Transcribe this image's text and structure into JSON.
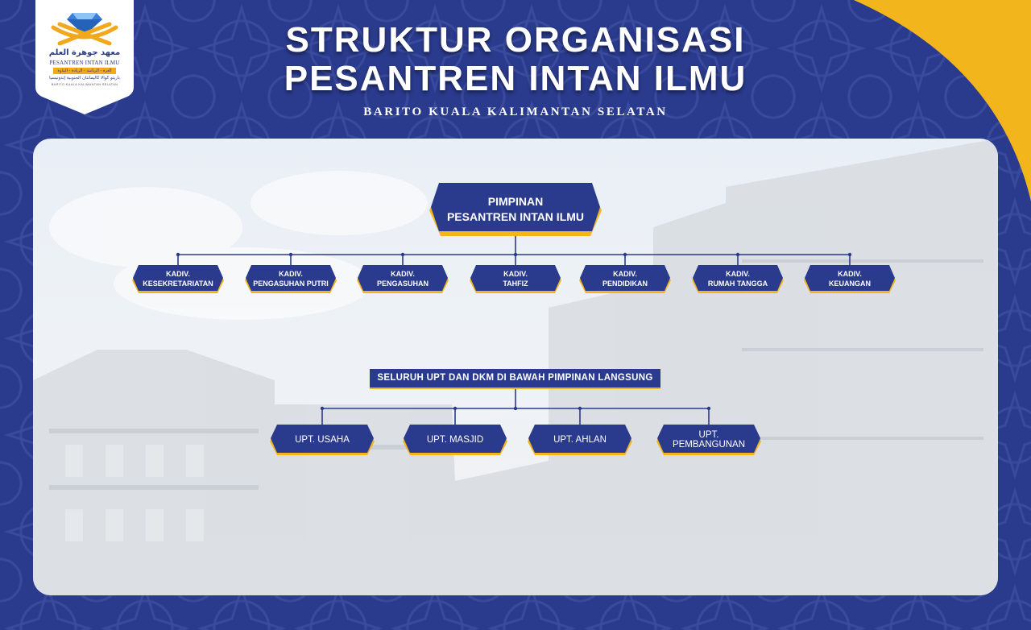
{
  "header": {
    "title_line1": "STRUKTUR ORGANISASI",
    "title_line2": "PESANTREN INTAN ILMU",
    "subtitle": "BARITO KUALA KALIMANTAN SELATAN"
  },
  "logo": {
    "arabic_name": "معهد جوهرة العلم",
    "latin_name": "PESANTREN INTAN ILMU",
    "band_text": "العزة - الرياسة - الريادة - البتاوة",
    "arabic_location": "باريتو كوالا كاليمانتان الجنوبية إندونيسيا",
    "location": "BARITO KUALA KALIMANTAN SELATAN"
  },
  "chart": {
    "top": {
      "line1": "PIMPINAN",
      "line2": "PESANTREN INTAN ILMU"
    },
    "divisions": [
      {
        "line1": "KADIV.",
        "line2": "KESEKRETARIATAN"
      },
      {
        "line1": "KADIV.",
        "line2": "PENGASUHAN PUTRI"
      },
      {
        "line1": "KADIV.",
        "line2": "PENGASUHAN"
      },
      {
        "line1": "KADIV.",
        "line2": "TAHFIZ"
      },
      {
        "line1": "KADIV.",
        "line2": "PENDIDIKAN"
      },
      {
        "line1": "KADIV.",
        "line2": "RUMAH TANGGA"
      },
      {
        "line1": "KADIV.",
        "line2": "KEUANGAN"
      }
    ],
    "banner": "SELURUH UPT DAN DKM DI BAWAH PIMPINAN LANGSUNG",
    "units": [
      {
        "line1": "UPT. USAHA",
        "line2": ""
      },
      {
        "line1": "UPT. MASJID",
        "line2": ""
      },
      {
        "line1": "UPT. AHLAN",
        "line2": ""
      },
      {
        "line1": "UPT.",
        "line2": "PEMBANGUNAN"
      }
    ]
  },
  "colors": {
    "navy": "#2a3a8c",
    "gold": "#f2b51c",
    "panel": "#eef2f6"
  }
}
